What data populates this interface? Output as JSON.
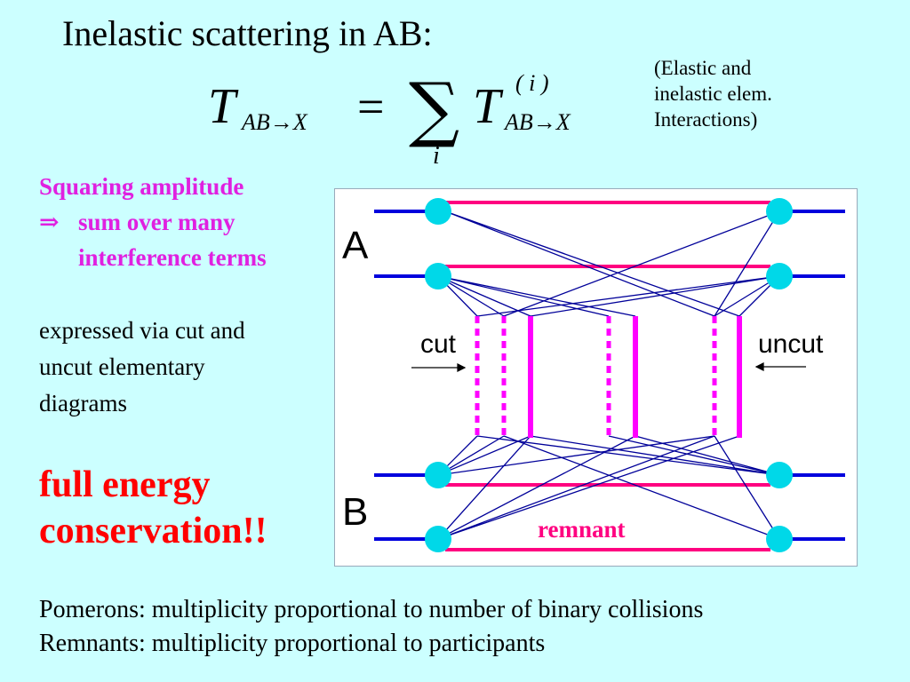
{
  "title": "Inelastic scattering in AB:",
  "formula": {
    "lhs_symbol": "T",
    "lhs_subscript": "AB→X",
    "equals": "=",
    "sum": "∑",
    "sum_index": "i",
    "rhs_symbol": "T",
    "rhs_subscript": "AB→X",
    "rhs_superscript": "( i )"
  },
  "note": {
    "line1": "(Elastic and",
    "line2": "inelastic elem.",
    "line3": "Interactions)"
  },
  "squaring": {
    "line1": "Squaring amplitude",
    "arrow": "⇒",
    "line2": "sum over many",
    "line3": "interference terms"
  },
  "expressed": {
    "line1": "expressed via cut and",
    "line2": "uncut elementary",
    "line3": "diagrams"
  },
  "conservation": {
    "line1": "full energy",
    "line2": "conservation!!"
  },
  "diagram": {
    "label_a": "A",
    "label_b": "B",
    "label_cut": "cut",
    "label_uncut": "uncut",
    "label_remnant": "remnant",
    "colors": {
      "nucleon_line": "#0000dd",
      "node": "#00d8e8",
      "remnant_bar": "#ff0080",
      "pomeron": "#ff00ff",
      "link": "#000099"
    }
  },
  "footer": {
    "line1": "Pomerons: multiplicity proportional to number of binary collisions",
    "line2": "Remnants: multiplicity proportional to participants"
  }
}
